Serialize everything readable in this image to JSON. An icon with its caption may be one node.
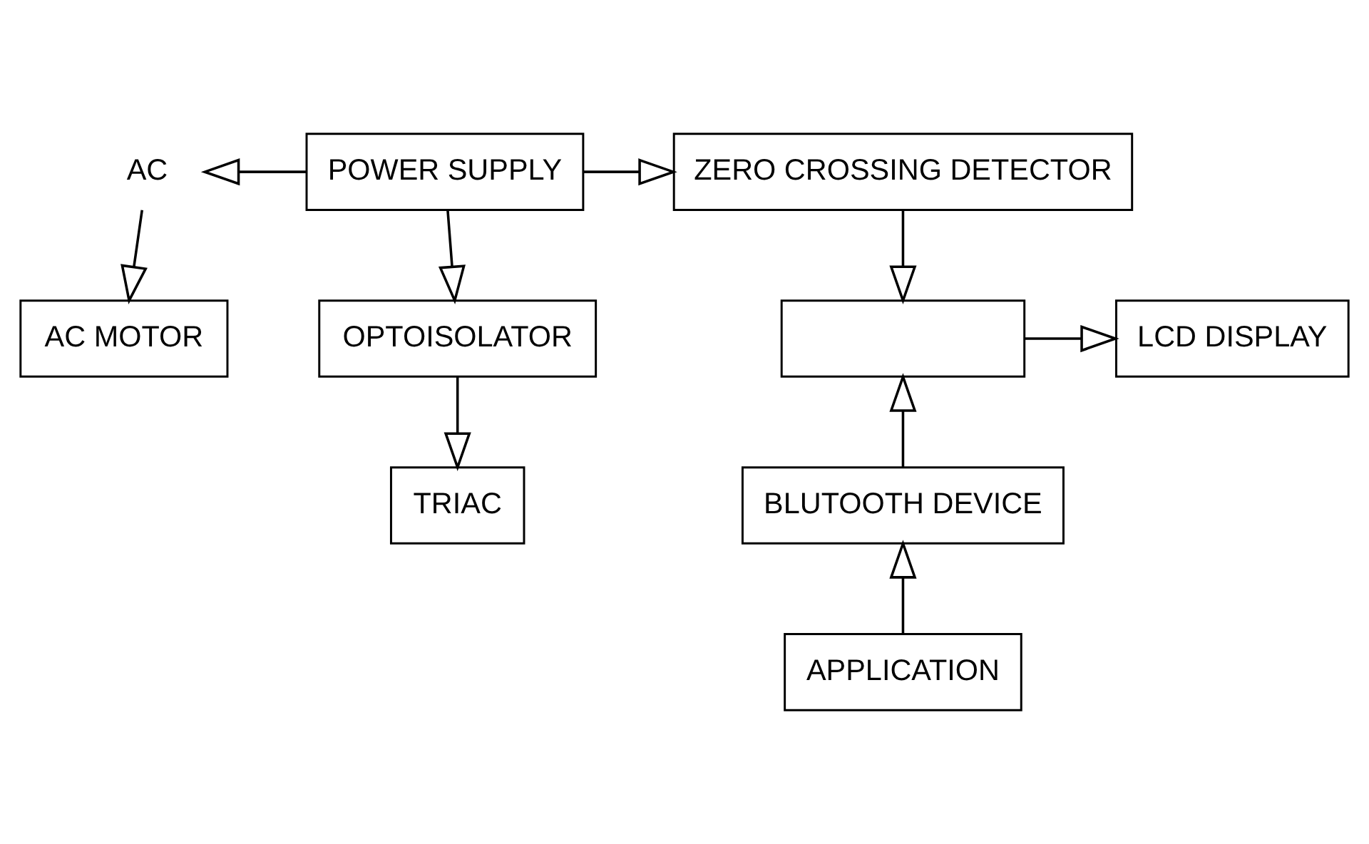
{
  "diagram": {
    "nodes": [
      {
        "text": [
          "AC"
        ]
      },
      {
        "text": [
          "POWER SUPPLY"
        ]
      },
      {
        "text": [
          "ZERO CROSSING DETECTOR"
        ]
      },
      {
        "text": [
          "AC MOTOR"
        ]
      },
      {
        "text": [
          "OPTOISOLATOR"
        ]
      },
      {
        "text": [],
        "shape": "box"
      },
      {
        "text": [
          "LCD DISPLAY"
        ]
      },
      {
        "text": [
          "TRIAC"
        ]
      },
      {
        "text": [
          "BLUTOOTH DEVICE"
        ]
      },
      {
        "text": [
          "APPLICATION"
        ]
      }
    ],
    "edges": [
      {
        "from": 1,
        "to": 0,
        "arrow": "to"
      },
      {
        "from": 0,
        "to": 3,
        "arrow": "to"
      },
      {
        "from": 1,
        "to": 2,
        "arrow": "to"
      },
      {
        "from": 1,
        "to": 4,
        "arrow": "to"
      },
      {
        "from": 2,
        "to": 5,
        "arrow": "to"
      },
      {
        "from": 5,
        "to": 6,
        "arrow": "to"
      },
      {
        "from": 4,
        "to": 7,
        "arrow": "to"
      },
      {
        "from": 8,
        "to": 5,
        "arrow": "to"
      },
      {
        "from": 9,
        "to": 8,
        "arrow": "to"
      }
    ]
  }
}
